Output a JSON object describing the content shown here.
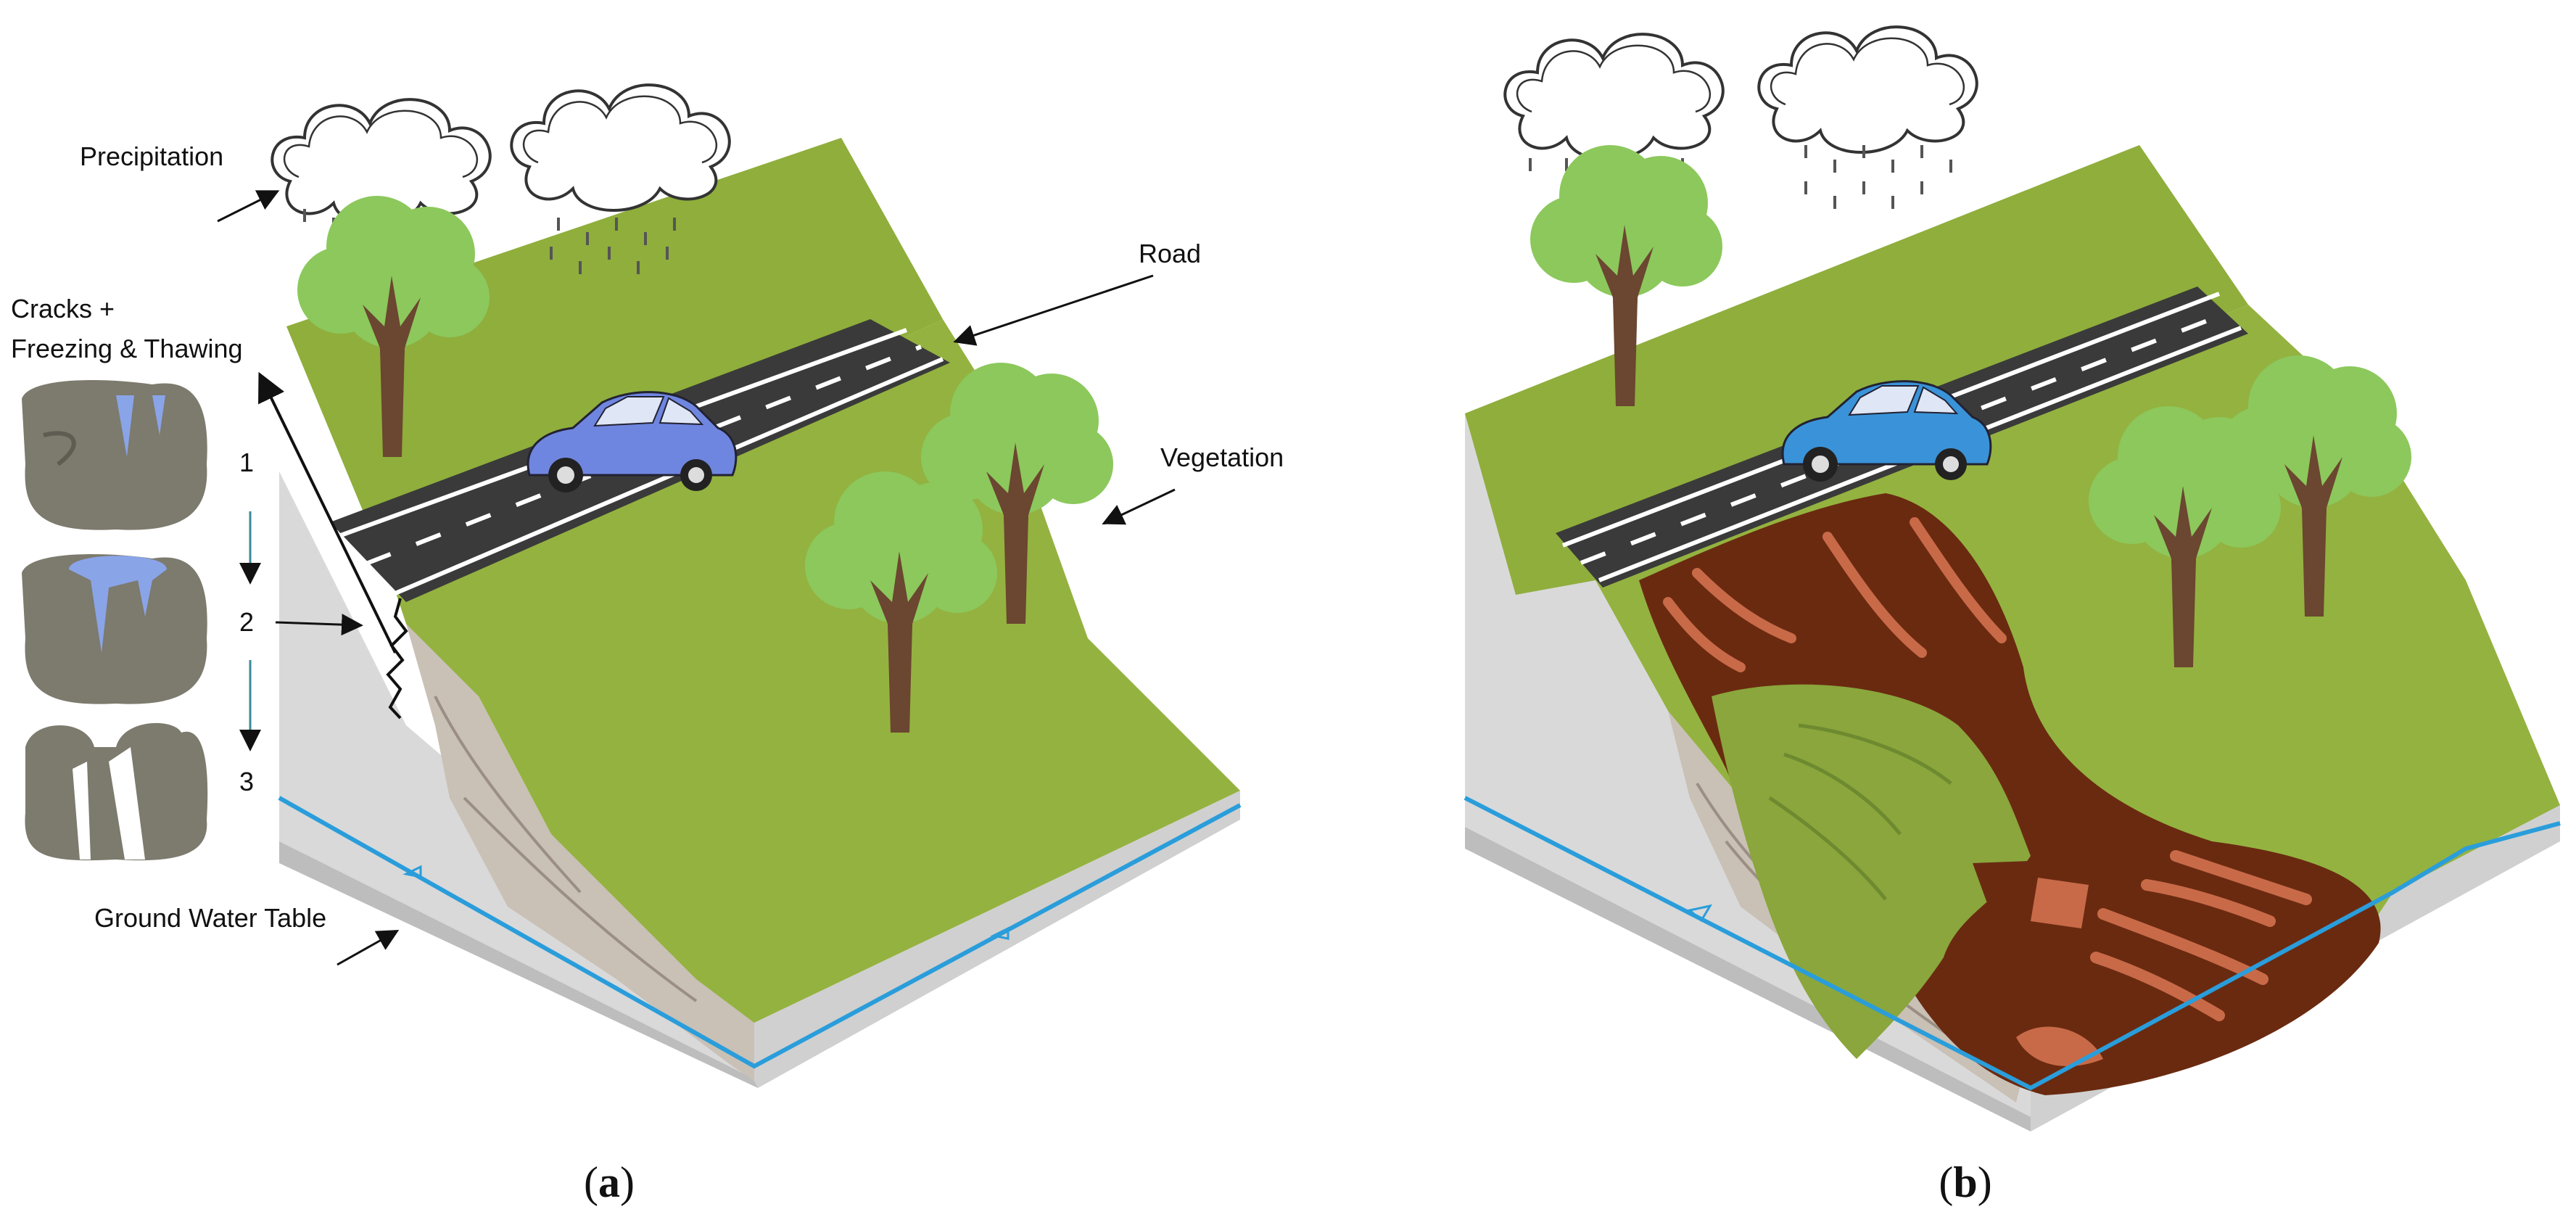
{
  "panel_a": {
    "labels": {
      "precipitation": "Precipitation",
      "cracks_line1": "Cracks +",
      "cracks_line2": "Freezing & Thawing",
      "road": "Road",
      "vegetation": "Vegetation",
      "ground_water_table": "Ground Water Table"
    },
    "steps": [
      "1",
      "2",
      "3"
    ],
    "caption": {
      "open": "(",
      "letter": "a",
      "close": ")"
    }
  },
  "panel_b": {
    "caption": {
      "open": "(",
      "letter": "b",
      "close": ")"
    }
  },
  "colors": {
    "grass": "#8fae3c",
    "grass_light": "#9cbc46",
    "soil_side": "#d9d9d9",
    "rock_face": "#c9c0b6",
    "water_line": "#2a9ddb",
    "road": "#3a3a3a",
    "car_a": "#6f86e0",
    "car_b": "#3a93d8",
    "tree_canopy": "#8cc85c",
    "tree_trunk": "#6b4630",
    "slide_dark": "#6a2a10",
    "slide_orange": "#c86a48",
    "rock_sample": "#7d7a6e",
    "ice": "#8aa4e8"
  }
}
